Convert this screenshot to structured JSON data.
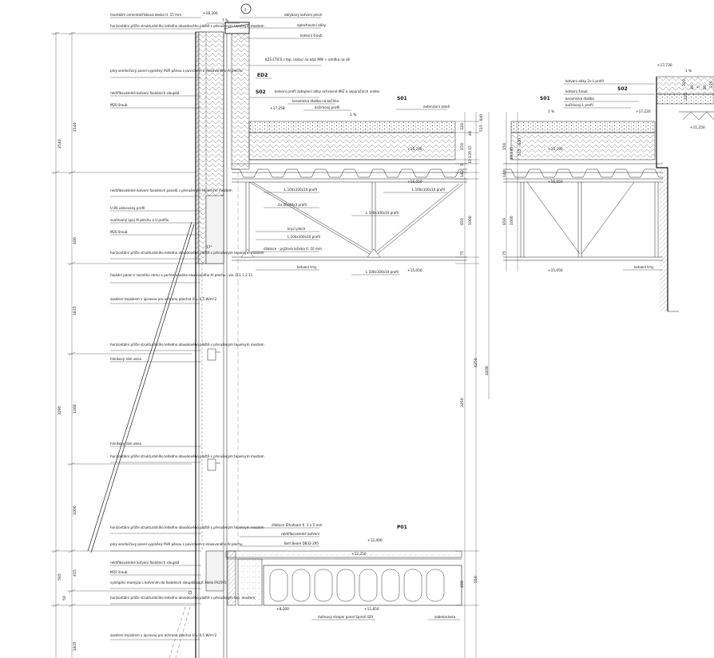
{
  "detail_marker": "1",
  "levels": {
    "l18300": "+18,300",
    "l17258": "+17,258",
    "l16790": "+16,790",
    "l16050": "+16,050",
    "l15050": "+15,050",
    "l12400": "+12,400",
    "l12250": "+12,250",
    "l11850": "+11,850",
    "l8200": "+8,200",
    "r17730": "+17,730",
    "r17220": "+17,220",
    "r16790": "+16,790",
    "r16050": "+16,050",
    "r15050": "+15,050",
    "r11250": "+11,250"
  },
  "slopes": {
    "top": "7 %",
    "roof": "1 %",
    "right_roof": "1 %",
    "right_top": "1 %",
    "angle": "17°"
  },
  "tags": {
    "ed2": "ED2",
    "s02": "S02",
    "s01": "S01",
    "p01": "P01",
    "r_s01": "S01",
    "r_s02": "S02"
  },
  "left_labels": [
    "montážní cementotřísková deska tl. 15 mm",
    "horizontální příčle strukturálního lehkého obvodového pláště s přerušeným tepelným mostem",
    "plný sendvičový panel vyplněný PUR pěnou s povrchem z eloxovaného Al plechu",
    "rektifikovatelné kotvení fasádních sloupků",
    "M20 šroub",
    "rektifikovatelné kotvení fasádních panelů s přerušeným tepelným mostem",
    "U 80 válcovaný profil",
    "svařovaný spoj Al plechu a U profilu",
    "M20 šroub",
    "horizontální příčle strukturálního lehkého obvodového pláště s přerušeným tepelným mostem",
    "fasádní panel z nosného rámu a perforovaného eloxovaného Al plechu - viz. D.1.1.2.11",
    "zasklení trojsklem s úpravou pro ochranu ptactva U = 0,5 W/m²2",
    "horizontální příčle strukturálního lehkého obvodového pláště s přerušeným tepelným mostem",
    "hliníkový rám okna",
    "hliníkový rám okna",
    "horizontální příčle strukturálního lehkého obvodového pláště s přerušeným tepelným mostem",
    "horizontální příčle strukturálního lehkého obvodového pláště s přerušeným tepelným mostem",
    "plný sendvičový panel vyplněný PUR pěnou s povrchem z eloxovaného Al plechu",
    "rektifikovatelné kotvení fasádních sloupků",
    "M20 šroub",
    "vyklápěcí markýza s kotvením do fasádních sloupků sapf. Hella FA2595",
    "horizontální příčle strukturálního lehkého obvodového pláště s přerušeným tep. mostem",
    "zasklení trojsklem s úpravou pro ochranu ptactva U = 0,5 W/m²2"
  ],
  "center_labels": {
    "oplechovany": "oblýbaný kotvení plech",
    "oplech_atiky": "oplechování atiky",
    "kotevni_sroub": "kotevní šroub",
    "kzs": "KZS ETICS s tep. izolací na bázi MW + omítka na sili",
    "kotevni_profil": "kotevní profil zateplení atiky ochranné MIZ a separačních vrstev",
    "keramicka": "keramická dlažba na kočírku",
    "kacirkovy": "kačírkový profil",
    "extenzivni": "extenzivní zeleň",
    "l100a": "L 100x100x10 profil",
    "l100b": "L 100x100x10 profil",
    "zp40": "2x 40x40x3 profil",
    "l100c": "L 100x100x10 profil",
    "kryci": "krycí plech",
    "l100d": "L 100x100x10 profil",
    "dilatace": "dilatace - prýžová ložiska tl. 10 mm",
    "kotveni_trny": "kotvení trny",
    "l100e": "L 100x100x10 profil",
    "dilatace_eh": "dilatace Ethafoam tl. 2 x 5 mm",
    "rektif": "rektifikovatelné kotvení",
    "boltabeam": "Bolt Beam DB32-295",
    "panel": "dutinový stropní panel Spiroll 420",
    "zabetonovka": "zabetonávka"
  },
  "right_labels": {
    "kotveni_atiky": "kotvení atiky 2x L profil",
    "kotevni_sroub": "kotevní šroub",
    "keramicka": "keramická dlažba",
    "kacirkovy": "kačírkový L profil",
    "kotveni_trny": "kotvení trny"
  },
  "dims_left": {
    "d2540": "2540",
    "d2140": "2140",
    "d400": "400",
    "d3295": "3295",
    "d1835": "1835",
    "d1260": "1260",
    "d1000": "1000",
    "d565": "565",
    "d415": "415",
    "d50": "50",
    "d1835b": "1835"
  },
  "dims_center": {
    "d320": "320",
    "d150": "150",
    "d15": "15",
    "d40": "40",
    "d515": "515 - 640",
    "d10135": "10 135",
    "d5": "5",
    "d140": "140",
    "d650": "650",
    "d1000": "1000",
    "d75": "75",
    "d4250": "4250",
    "d4400": "4400",
    "d3250": "3250",
    "d400": "400",
    "d550": "550"
  },
  "dims_right": {
    "d150": "150",
    "d10135": "10 135",
    "d515": "515 - 640",
    "d140": "140",
    "d650": "650",
    "d1000": "1000",
    "d75": "75",
    "d320": "320",
    "d40": "40",
    "d5": "5",
    "d80": "80",
    "d235": "235",
    "d225": "225"
  }
}
